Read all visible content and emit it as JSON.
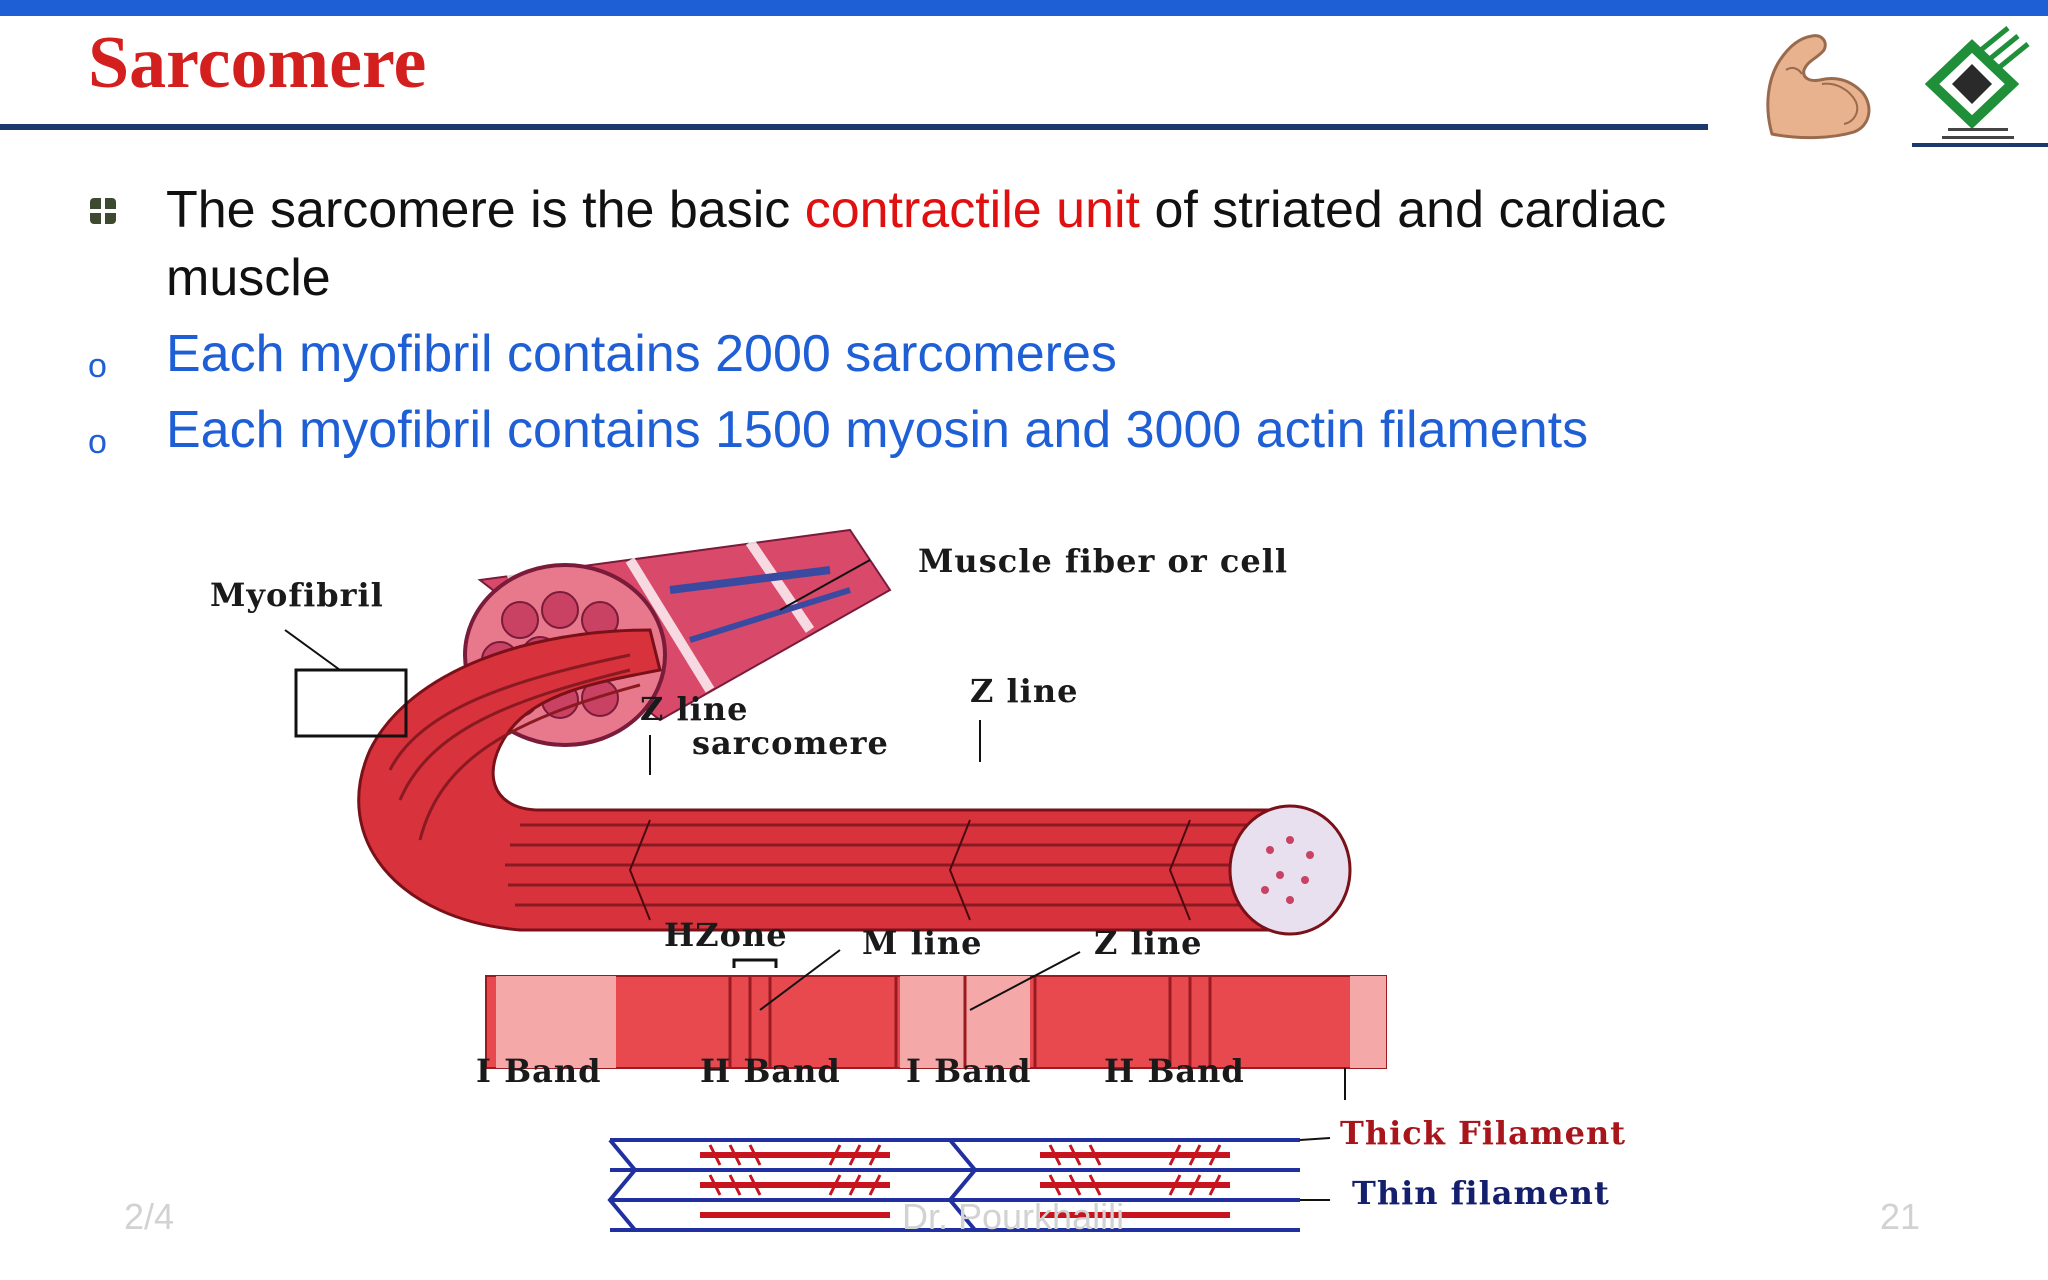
{
  "slide": {
    "title": "Sarcomere",
    "colors": {
      "accent_bar": "#1f5fd6",
      "title": "#d41f1f",
      "rule": "#1b3a6b",
      "highlight": "#e01010",
      "sub_bullet": "#1f5fd6"
    },
    "icons": [
      "flexed-arm-icon",
      "institution-logo-icon"
    ],
    "bullets": [
      {
        "marker": "filled-square-bullet",
        "parts": [
          "The sarcomere is the basic ",
          "contractile unit",
          " of striated and cardiac"
        ],
        "line2": "muscle"
      },
      {
        "marker": "o",
        "text": "Each myofibril contains 2000 sarcomeres"
      },
      {
        "marker": "o",
        "text": "Each myofibril contains 1500 myosin and 3000 actin filaments"
      }
    ],
    "figure": {
      "labels": {
        "muscle_fiber": "Muscle fiber or cell",
        "myofibril": "Myofibril",
        "z_line_1": "Z line",
        "z_line_2": "Z line",
        "sarcomere": "sarcomere",
        "h_zone": "HZone",
        "m_line": "M line",
        "z_line_3": "Z line",
        "i_band_1": "I Band",
        "h_band_1": "H Band",
        "i_band_2": "I Band",
        "h_band_2": "H Band",
        "thick_filament": "Thick Filament",
        "thin_filament": "Thin filament"
      }
    },
    "footer": {
      "date": "2/4",
      "author": "Dr. Pourkhalili",
      "page": "21"
    }
  }
}
